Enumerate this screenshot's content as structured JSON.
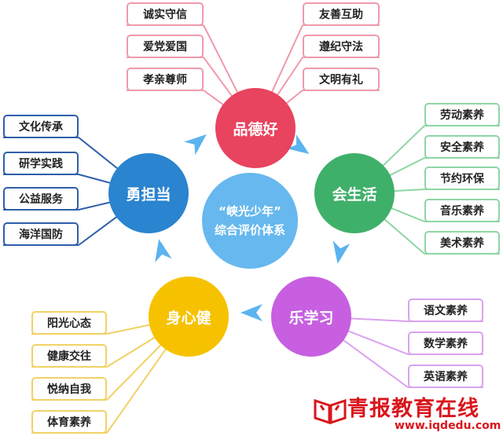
{
  "center": {
    "line1": "“峡光少年”",
    "line2": "综合评价体系",
    "color": "#66b8ee"
  },
  "nodes": {
    "pinde": {
      "label": "品德好",
      "color": "#e8435f",
      "line_color": "#f09aab"
    },
    "shenghuo": {
      "label": "会生活",
      "color": "#3fb06a",
      "line_color": "#8ed6a4"
    },
    "xuexi": {
      "label": "乐学习",
      "color": "#c75fe0",
      "line_color": "#d9a2ee"
    },
    "shenxin": {
      "label": "身心健",
      "color": "#f6c200",
      "line_color": "#f0d266"
    },
    "dandang": {
      "label": "勇担当",
      "color": "#2a84cf",
      "line_color": "#2f5ea8"
    }
  },
  "leaves": {
    "pinde_left": [
      "诚实守信",
      "爱党爱国",
      "孝亲尊师"
    ],
    "pinde_right": [
      "友善互助",
      "遵纪守法",
      "文明有礼"
    ],
    "shenghuo": [
      "劳动素养",
      "安全素养",
      "节约环保",
      "音乐素养",
      "美术素养"
    ],
    "xuexi": [
      "语文素养",
      "数学素养",
      "英语素养"
    ],
    "shenxin": [
      "阳光心态",
      "健康交往",
      "悦纳自我",
      "体育素养"
    ],
    "dandang": [
      "文化传承",
      "研学实践",
      "公益服务",
      "海洋国防"
    ]
  },
  "arrow_color": "#5bb3ef",
  "watermark": {
    "brand": "青报教育在线",
    "url": "www.iqdedu.com",
    "color": "#d9161c"
  }
}
